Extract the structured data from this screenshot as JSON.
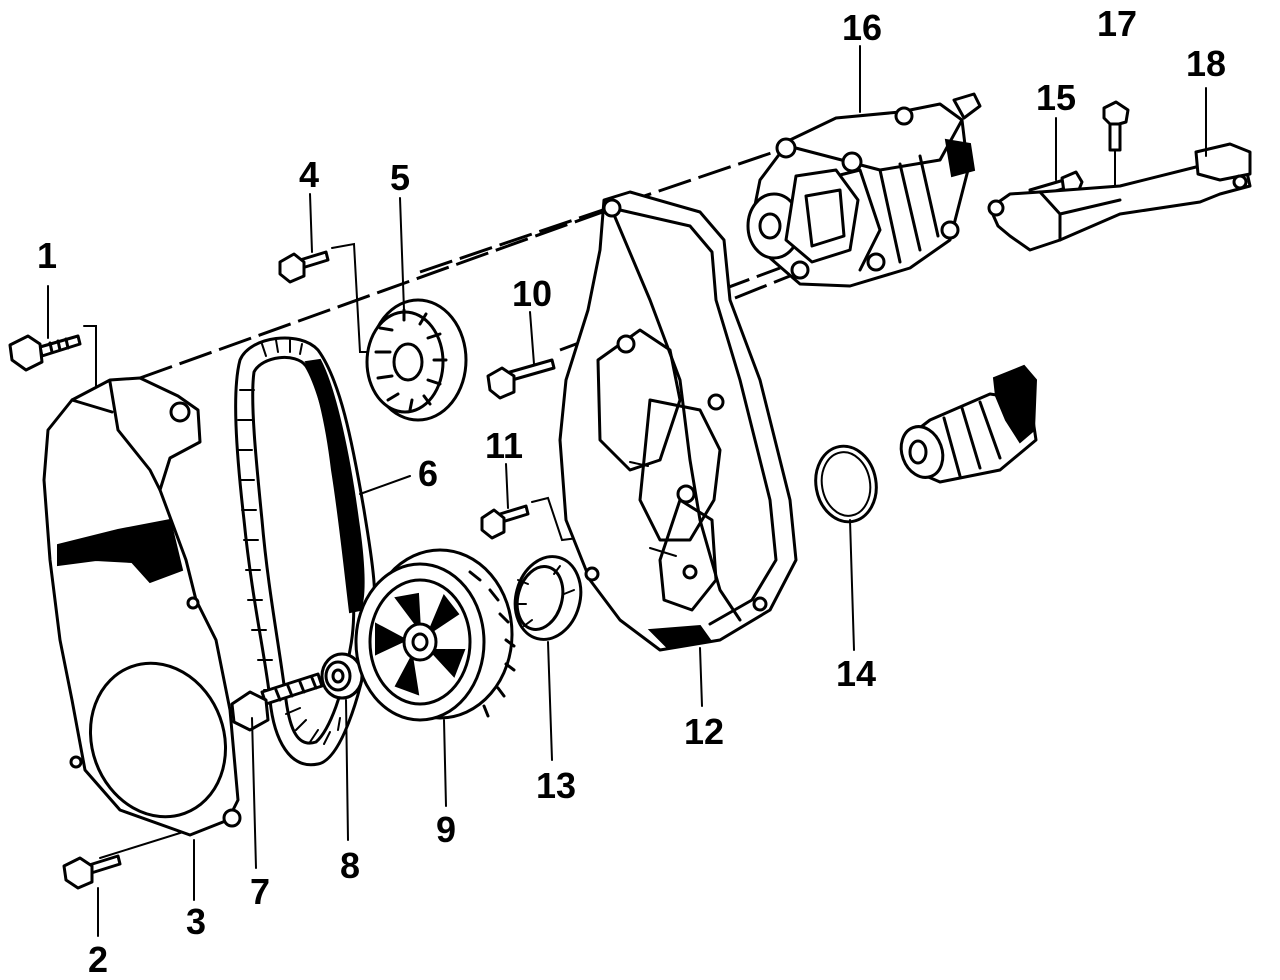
{
  "callouts": {
    "c1": "1",
    "c2": "2",
    "c3": "3",
    "c4": "4",
    "c5": "5",
    "c6": "6",
    "c7": "7",
    "c8": "8",
    "c9": "9",
    "c10": "10",
    "c11": "11",
    "c12": "12",
    "c13": "13",
    "c14": "14",
    "c15": "15",
    "c16": "16",
    "c17": "17",
    "c18": "18"
  },
  "icons": {
    "bolt": "bolt-icon",
    "pulley": "pulley-icon",
    "belt": "timing-belt-icon",
    "pump": "pump-icon"
  }
}
